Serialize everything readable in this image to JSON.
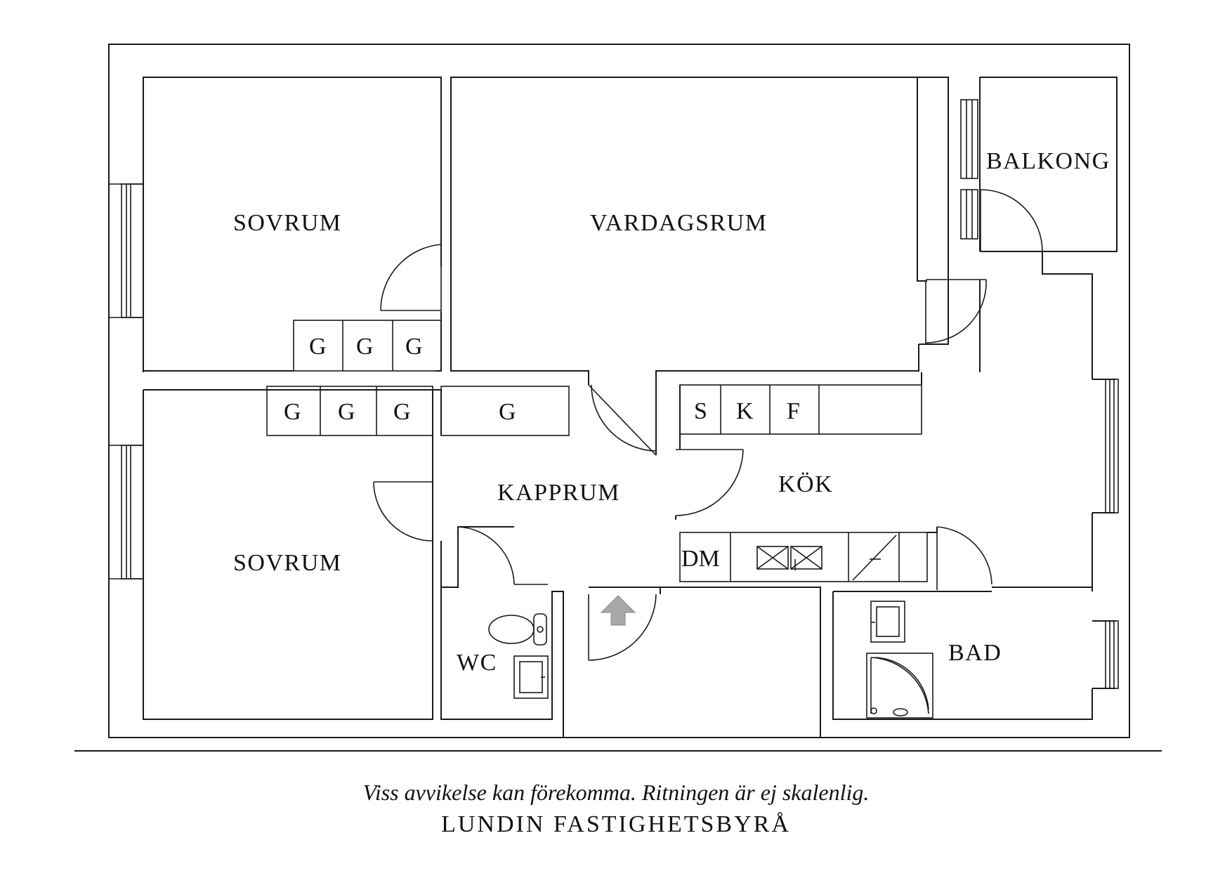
{
  "rooms": {
    "sovrum_top": "SOVRUM",
    "vardagsrum": "VARDAGSRUM",
    "balkong": "BALKONG",
    "sovrum_bottom": "SOVRUM",
    "kapprum": "KAPPRUM",
    "kok": "KÖK",
    "wc": "WC",
    "bad": "BAD"
  },
  "cabinets": {
    "wardrobe_top": [
      "G",
      "G",
      "G"
    ],
    "wardrobe_bottom": [
      "G",
      "G",
      "G"
    ],
    "wardrobe_hall": "G",
    "kitchen_units": [
      "S",
      "K",
      "F"
    ],
    "dishwasher": "DM"
  },
  "footer": {
    "note": "Viss avvikelse kan förekomma. Ritningen är ej skalenlig.",
    "brand": "LUNDIN FASTIGHETSBYRÅ"
  }
}
